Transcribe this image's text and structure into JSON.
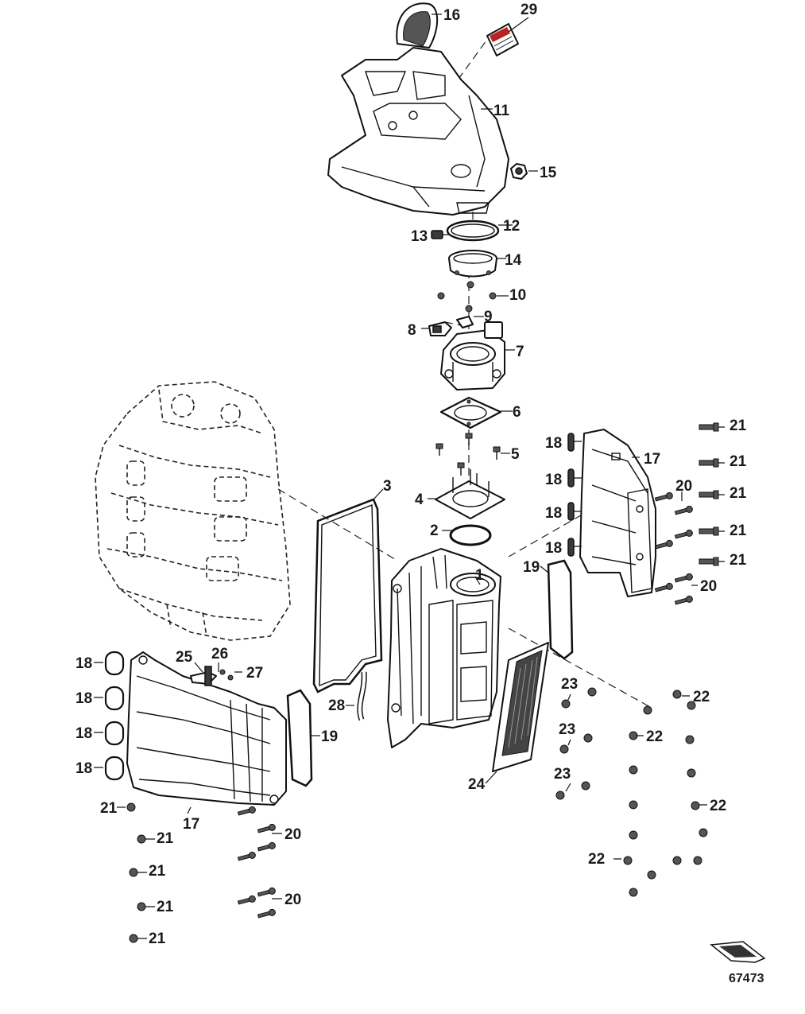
{
  "figure_number": "67473",
  "callouts": [
    "1",
    "2",
    "3",
    "4",
    "5",
    "6",
    "7",
    "8",
    "9",
    "10",
    "11",
    "12",
    "13",
    "14",
    "15",
    "16",
    "17",
    "18",
    "19",
    "20",
    "21",
    "22",
    "23",
    "24",
    "25",
    "26",
    "27",
    "28",
    "29"
  ],
  "icons": {
    "orientation": "outboard-orientation-icon"
  }
}
